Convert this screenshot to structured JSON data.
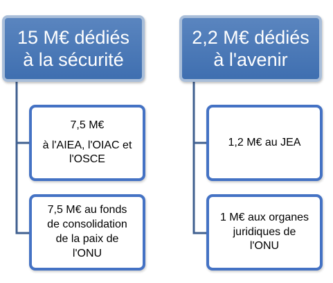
{
  "left_group": {
    "heading": "15 M€ dédiés\nà la sécurité",
    "children": [
      {
        "amount": "7,5 M€",
        "text_line1": "à l'AIEA, l'OIAC et",
        "text_line2": "l'OSCE"
      },
      {
        "text": "7,5 M€ au fonds\nde consolidation\nde la paix de\nl'ONU"
      }
    ]
  },
  "right_group": {
    "heading": "2,2 M€ dédiés\nà l'avenir",
    "children": [
      {
        "text": "1,2 M€ au JEA"
      },
      {
        "text": "1 M€ aux organes\njuridiques de\nl'ONU"
      }
    ]
  },
  "colors": {
    "heading_fill": "#4a78b8",
    "heading_border": "#a9bed9",
    "child_border": "#4472c4",
    "connector": "#3f5f8f"
  }
}
